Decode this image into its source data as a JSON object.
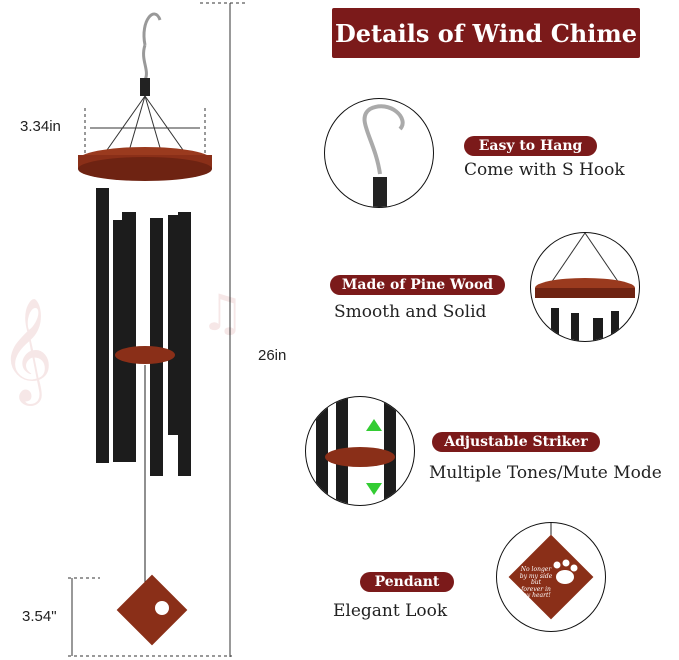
{
  "title": "Details of Wind Chime",
  "dimensions": {
    "width": "3.34in",
    "height": "26in",
    "pendant": "3.54\""
  },
  "features": [
    {
      "label": "Easy to Hang",
      "description": "Come with S Hook"
    },
    {
      "label": "Made of Pine Wood",
      "description": "Smooth and Solid"
    },
    {
      "label": "Adjustable Striker",
      "description": "Multiple Tones/Mute Mode"
    },
    {
      "label": "Pendant",
      "description": "Elegant Look"
    }
  ],
  "pendant_text": "No longer by my side but forever in my heart!",
  "colors": {
    "accent": "#7b1a1a",
    "wood": "#9a3a1e",
    "tube": "#1c1c1c"
  }
}
